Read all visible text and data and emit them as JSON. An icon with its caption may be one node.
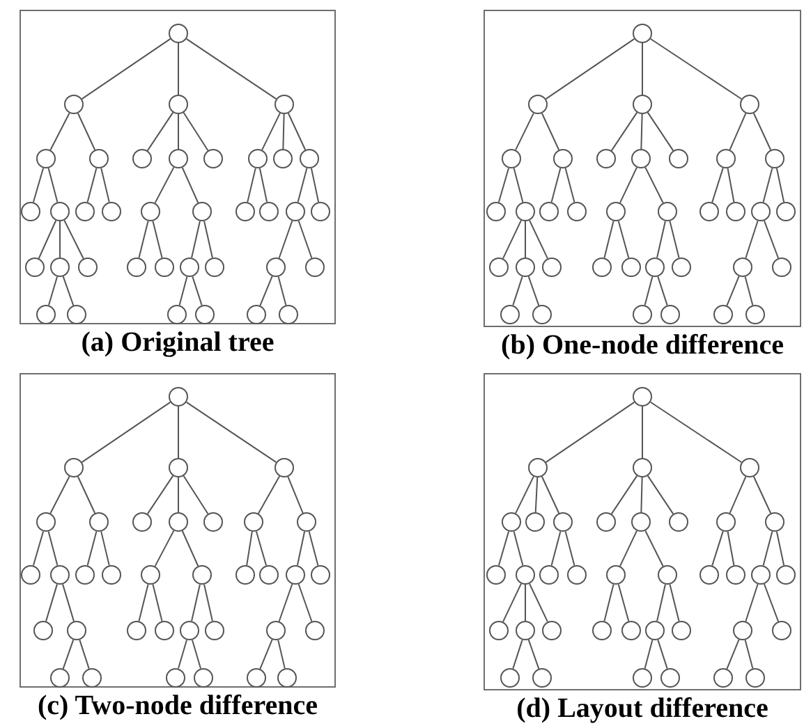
{
  "diagram": {
    "nodes": [
      {
        "text": [
          "(a) Original tree"
        ]
      },
      {
        "text": [],
        "shape": "circle",
        "in": 0
      },
      {
        "text": [],
        "shape": "circle",
        "in": 0
      },
      {
        "text": [],
        "shape": "circle",
        "in": 0
      },
      {
        "text": [],
        "shape": "circle",
        "in": 0
      },
      {
        "text": [],
        "shape": "circle",
        "in": 0
      },
      {
        "text": [],
        "shape": "circle",
        "in": 0
      },
      {
        "text": [],
        "shape": "circle",
        "in": 0
      },
      {
        "text": [],
        "shape": "circle",
        "in": 0
      },
      {
        "text": [],
        "shape": "circle",
        "in": 0
      },
      {
        "text": [],
        "shape": "circle",
        "in": 0
      },
      {
        "text": [],
        "shape": "circle",
        "in": 0
      },
      {
        "text": [],
        "shape": "circle",
        "in": 0
      },
      {
        "text": [],
        "shape": "circle",
        "in": 0
      },
      {
        "text": [],
        "shape": "circle",
        "in": 0
      },
      {
        "text": [],
        "shape": "circle",
        "in": 0
      },
      {
        "text": [],
        "shape": "circle",
        "in": 0
      },
      {
        "text": [],
        "shape": "circle",
        "in": 0
      },
      {
        "text": [],
        "shape": "circle",
        "in": 0
      },
      {
        "text": [],
        "shape": "circle",
        "in": 0
      },
      {
        "text": [],
        "shape": "circle",
        "in": 0
      },
      {
        "text": [],
        "shape": "circle",
        "in": 0
      },
      {
        "text": [],
        "shape": "circle",
        "in": 0
      },
      {
        "text": [],
        "shape": "circle",
        "in": 0
      },
      {
        "text": [],
        "shape": "circle",
        "in": 0
      },
      {
        "text": [],
        "shape": "circle",
        "in": 0
      },
      {
        "text": [],
        "shape": "circle",
        "in": 0
      },
      {
        "text": [],
        "shape": "circle",
        "in": 0
      },
      {
        "text": [],
        "shape": "circle",
        "in": 0
      },
      {
        "text": [],
        "shape": "circle",
        "in": 0
      },
      {
        "text": [],
        "shape": "circle",
        "in": 0
      },
      {
        "text": [],
        "shape": "circle",
        "in": 0
      },
      {
        "text": [],
        "shape": "circle",
        "in": 0
      },
      {
        "text": [],
        "shape": "circle",
        "in": 0
      },
      {
        "text": [],
        "shape": "circle",
        "in": 0
      },
      {
        "text": [],
        "shape": "circle",
        "in": 0
      },
      {
        "text": [],
        "shape": "circle",
        "in": 0
      },
      {
        "text": [],
        "shape": "circle",
        "in": 0
      },
      {
        "text": [
          "(b) One-node difference"
        ]
      },
      {
        "text": [],
        "shape": "circle",
        "in": 38
      },
      {
        "text": [],
        "shape": "circle",
        "in": 38
      },
      {
        "text": [],
        "shape": "circle",
        "in": 38
      },
      {
        "text": [],
        "shape": "circle",
        "in": 38
      },
      {
        "text": [],
        "shape": "circle",
        "in": 38
      },
      {
        "text": [],
        "shape": "circle",
        "in": 38
      },
      {
        "text": [],
        "shape": "circle",
        "in": 38
      },
      {
        "text": [],
        "shape": "circle",
        "in": 38
      },
      {
        "text": [],
        "shape": "circle",
        "in": 38
      },
      {
        "text": [],
        "shape": "circle",
        "in": 38
      },
      {
        "text": [],
        "shape": "circle",
        "in": 38
      },
      {
        "text": [],
        "shape": "circle",
        "in": 38
      },
      {
        "text": [],
        "shape": "circle",
        "in": 38
      },
      {
        "text": [],
        "shape": "circle",
        "in": 38
      },
      {
        "text": [],
        "shape": "circle",
        "in": 38
      },
      {
        "text": [],
        "shape": "circle",
        "in": 38
      },
      {
        "text": [],
        "shape": "circle",
        "in": 38
      },
      {
        "text": [],
        "shape": "circle",
        "in": 38
      },
      {
        "text": [],
        "shape": "circle",
        "in": 38
      },
      {
        "text": [],
        "shape": "circle",
        "in": 38
      },
      {
        "text": [],
        "shape": "circle",
        "in": 38
      },
      {
        "text": [],
        "shape": "circle",
        "in": 38
      },
      {
        "text": [],
        "shape": "circle",
        "in": 38
      },
      {
        "text": [],
        "shape": "circle",
        "in": 38
      },
      {
        "text": [],
        "shape": "circle",
        "in": 38
      },
      {
        "text": [],
        "shape": "circle",
        "in": 38
      },
      {
        "text": [],
        "shape": "circle",
        "in": 38
      },
      {
        "text": [],
        "shape": "circle",
        "in": 38
      },
      {
        "text": [],
        "shape": "circle",
        "in": 38
      },
      {
        "text": [],
        "shape": "circle",
        "in": 38
      },
      {
        "text": [],
        "shape": "circle",
        "in": 38
      },
      {
        "text": [],
        "shape": "circle",
        "in": 38
      },
      {
        "text": [],
        "shape": "circle",
        "in": 38
      },
      {
        "text": [],
        "shape": "circle",
        "in": 38
      },
      {
        "text": [],
        "shape": "circle",
        "in": 38
      },
      {
        "text": [],
        "shape": "circle",
        "in": 38
      },
      {
        "text": [
          "(c) Two-node difference"
        ]
      },
      {
        "text": [],
        "shape": "circle",
        "in": 75
      },
      {
        "text": [],
        "shape": "circle",
        "in": 75
      },
      {
        "text": [],
        "shape": "circle",
        "in": 75
      },
      {
        "text": [],
        "shape": "circle",
        "in": 75
      },
      {
        "text": [],
        "shape": "circle",
        "in": 75
      },
      {
        "text": [],
        "shape": "circle",
        "in": 75
      },
      {
        "text": [],
        "shape": "circle",
        "in": 75
      },
      {
        "text": [],
        "shape": "circle",
        "in": 75
      },
      {
        "text": [],
        "shape": "circle",
        "in": 75
      },
      {
        "text": [],
        "shape": "circle",
        "in": 75
      },
      {
        "text": [],
        "shape": "circle",
        "in": 75
      },
      {
        "text": [],
        "shape": "circle",
        "in": 75
      },
      {
        "text": [],
        "shape": "circle",
        "in": 75
      },
      {
        "text": [],
        "shape": "circle",
        "in": 75
      },
      {
        "text": [],
        "shape": "circle",
        "in": 75
      },
      {
        "text": [],
        "shape": "circle",
        "in": 75
      },
      {
        "text": [],
        "shape": "circle",
        "in": 75
      },
      {
        "text": [],
        "shape": "circle",
        "in": 75
      },
      {
        "text": [],
        "shape": "circle",
        "in": 75
      },
      {
        "text": [],
        "shape": "circle",
        "in": 75
      },
      {
        "text": [],
        "shape": "circle",
        "in": 75
      },
      {
        "text": [],
        "shape": "circle",
        "in": 75
      },
      {
        "text": [],
        "shape": "circle",
        "in": 75
      },
      {
        "text": [],
        "shape": "circle",
        "in": 75
      },
      {
        "text": [],
        "shape": "circle",
        "in": 75
      },
      {
        "text": [],
        "shape": "circle",
        "in": 75
      },
      {
        "text": [],
        "shape": "circle",
        "in": 75
      },
      {
        "text": [],
        "shape": "circle",
        "in": 75
      },
      {
        "text": [],
        "shape": "circle",
        "in": 75
      },
      {
        "text": [],
        "shape": "circle",
        "in": 75
      },
      {
        "text": [],
        "shape": "circle",
        "in": 75
      },
      {
        "text": [],
        "shape": "circle",
        "in": 75
      },
      {
        "text": [],
        "shape": "circle",
        "in": 75
      },
      {
        "text": [],
        "shape": "circle",
        "in": 75
      },
      {
        "text": [],
        "shape": "circle",
        "in": 75
      },
      {
        "text": [
          "(d) Layout difference"
        ]
      },
      {
        "text": [],
        "shape": "circle",
        "in": 111
      },
      {
        "text": [],
        "shape": "circle",
        "in": 111
      },
      {
        "text": [],
        "shape": "circle",
        "in": 111
      },
      {
        "text": [],
        "shape": "circle",
        "in": 111
      },
      {
        "text": [],
        "shape": "circle",
        "in": 111
      },
      {
        "text": [],
        "shape": "circle",
        "in": 111
      },
      {
        "text": [],
        "shape": "circle",
        "in": 111
      },
      {
        "text": [],
        "shape": "circle",
        "in": 111
      },
      {
        "text": [],
        "shape": "circle",
        "in": 111
      },
      {
        "text": [],
        "shape": "circle",
        "in": 111
      },
      {
        "text": [],
        "shape": "circle",
        "in": 111
      },
      {
        "text": [],
        "shape": "circle",
        "in": 111
      },
      {
        "text": [],
        "shape": "circle",
        "in": 111
      },
      {
        "text": [],
        "shape": "circle",
        "in": 111
      },
      {
        "text": [],
        "shape": "circle",
        "in": 111
      },
      {
        "text": [],
        "shape": "circle",
        "in": 111
      },
      {
        "text": [],
        "shape": "circle",
        "in": 111
      },
      {
        "text": [],
        "shape": "circle",
        "in": 111
      },
      {
        "text": [],
        "shape": "circle",
        "in": 111
      },
      {
        "text": [],
        "shape": "circle",
        "in": 111
      },
      {
        "text": [],
        "shape": "circle",
        "in": 111
      },
      {
        "text": [],
        "shape": "circle",
        "in": 111
      },
      {
        "text": [],
        "shape": "circle",
        "in": 111
      },
      {
        "text": [],
        "shape": "circle",
        "in": 111
      },
      {
        "text": [],
        "shape": "circle",
        "in": 111
      },
      {
        "text": [],
        "shape": "circle",
        "in": 111
      },
      {
        "text": [],
        "shape": "circle",
        "in": 111
      },
      {
        "text": [],
        "shape": "circle",
        "in": 111
      },
      {
        "text": [],
        "shape": "circle",
        "in": 111
      },
      {
        "text": [],
        "shape": "circle",
        "in": 111
      },
      {
        "text": [],
        "shape": "circle",
        "in": 111
      },
      {
        "text": [],
        "shape": "circle",
        "in": 111
      },
      {
        "text": [],
        "shape": "circle",
        "in": 111
      },
      {
        "text": [],
        "shape": "circle",
        "in": 111
      },
      {
        "text": [],
        "shape": "circle",
        "in": 111
      },
      {
        "text": [],
        "shape": "circle",
        "in": 111
      },
      {
        "text": [],
        "shape": "circle",
        "in": 111
      }
    ],
    "edges": [
      {
        "from": 1,
        "to": 2,
        "arrow": "none"
      },
      {
        "from": 1,
        "to": 3,
        "arrow": "none"
      },
      {
        "from": 1,
        "to": 4,
        "arrow": "none"
      },
      {
        "from": 2,
        "to": 5,
        "arrow": "none"
      },
      {
        "from": 2,
        "to": 6,
        "arrow": "none"
      },
      {
        "from": 3,
        "to": 7,
        "arrow": "none"
      },
      {
        "from": 3,
        "to": 8,
        "arrow": "none"
      },
      {
        "from": 3,
        "to": 9,
        "arrow": "none"
      },
      {
        "from": 4,
        "to": 10,
        "arrow": "none"
      },
      {
        "from": 4,
        "to": 11,
        "arrow": "none"
      },
      {
        "from": 4,
        "to": 12,
        "arrow": "none"
      },
      {
        "from": 5,
        "to": 13,
        "arrow": "none"
      },
      {
        "from": 5,
        "to": 14,
        "arrow": "none"
      },
      {
        "from": 6,
        "to": 15,
        "arrow": "none"
      },
      {
        "from": 6,
        "to": 16,
        "arrow": "none"
      },
      {
        "from": 8,
        "to": 17,
        "arrow": "none"
      },
      {
        "from": 8,
        "to": 18,
        "arrow": "none"
      },
      {
        "from": 10,
        "to": 19,
        "arrow": "none"
      },
      {
        "from": 10,
        "to": 20,
        "arrow": "none"
      },
      {
        "from": 12,
        "to": 21,
        "arrow": "none"
      },
      {
        "from": 12,
        "to": 22,
        "arrow": "none"
      },
      {
        "from": 14,
        "to": 23,
        "arrow": "none"
      },
      {
        "from": 14,
        "to": 24,
        "arrow": "none"
      },
      {
        "from": 14,
        "to": 25,
        "arrow": "none"
      },
      {
        "from": 17,
        "to": 26,
        "arrow": "none"
      },
      {
        "from": 17,
        "to": 27,
        "arrow": "none"
      },
      {
        "from": 18,
        "to": 28,
        "arrow": "none"
      },
      {
        "from": 18,
        "to": 29,
        "arrow": "none"
      },
      {
        "from": 21,
        "to": 30,
        "arrow": "none"
      },
      {
        "from": 21,
        "to": 31,
        "arrow": "none"
      },
      {
        "from": 24,
        "to": 32,
        "arrow": "none"
      },
      {
        "from": 24,
        "to": 33,
        "arrow": "none"
      },
      {
        "from": 28,
        "to": 34,
        "arrow": "none"
      },
      {
        "from": 28,
        "to": 35,
        "arrow": "none"
      },
      {
        "from": 30,
        "to": 36,
        "arrow": "none"
      },
      {
        "from": 30,
        "to": 37,
        "arrow": "none"
      },
      {
        "from": 39,
        "to": 40,
        "arrow": "none"
      },
      {
        "from": 39,
        "to": 41,
        "arrow": "none"
      },
      {
        "from": 39,
        "to": 42,
        "arrow": "none"
      },
      {
        "from": 40,
        "to": 43,
        "arrow": "none"
      },
      {
        "from": 40,
        "to": 44,
        "arrow": "none"
      },
      {
        "from": 41,
        "to": 45,
        "arrow": "none"
      },
      {
        "from": 41,
        "to": 46,
        "arrow": "none"
      },
      {
        "from": 41,
        "to": 47,
        "arrow": "none"
      },
      {
        "from": 42,
        "to": 48,
        "arrow": "none"
      },
      {
        "from": 42,
        "to": 49,
        "arrow": "none"
      },
      {
        "from": 43,
        "to": 50,
        "arrow": "none"
      },
      {
        "from": 43,
        "to": 51,
        "arrow": "none"
      },
      {
        "from": 44,
        "to": 52,
        "arrow": "none"
      },
      {
        "from": 44,
        "to": 53,
        "arrow": "none"
      },
      {
        "from": 46,
        "to": 54,
        "arrow": "none"
      },
      {
        "from": 46,
        "to": 55,
        "arrow": "none"
      },
      {
        "from": 48,
        "to": 56,
        "arrow": "none"
      },
      {
        "from": 48,
        "to": 57,
        "arrow": "none"
      },
      {
        "from": 49,
        "to": 58,
        "arrow": "none"
      },
      {
        "from": 49,
        "to": 59,
        "arrow": "none"
      },
      {
        "from": 51,
        "to": 60,
        "arrow": "none"
      },
      {
        "from": 51,
        "to": 61,
        "arrow": "none"
      },
      {
        "from": 51,
        "to": 62,
        "arrow": "none"
      },
      {
        "from": 54,
        "to": 63,
        "arrow": "none"
      },
      {
        "from": 54,
        "to": 64,
        "arrow": "none"
      },
      {
        "from": 55,
        "to": 65,
        "arrow": "none"
      },
      {
        "from": 55,
        "to": 66,
        "arrow": "none"
      },
      {
        "from": 58,
        "to": 67,
        "arrow": "none"
      },
      {
        "from": 58,
        "to": 68,
        "arrow": "none"
      },
      {
        "from": 61,
        "to": 69,
        "arrow": "none"
      },
      {
        "from": 61,
        "to": 70,
        "arrow": "none"
      },
      {
        "from": 65,
        "to": 71,
        "arrow": "none"
      },
      {
        "from": 65,
        "to": 72,
        "arrow": "none"
      },
      {
        "from": 67,
        "to": 73,
        "arrow": "none"
      },
      {
        "from": 67,
        "to": 74,
        "arrow": "none"
      },
      {
        "from": 76,
        "to": 77,
        "arrow": "none"
      },
      {
        "from": 76,
        "to": 78,
        "arrow": "none"
      },
      {
        "from": 76,
        "to": 79,
        "arrow": "none"
      },
      {
        "from": 77,
        "to": 80,
        "arrow": "none"
      },
      {
        "from": 77,
        "to": 81,
        "arrow": "none"
      },
      {
        "from": 78,
        "to": 82,
        "arrow": "none"
      },
      {
        "from": 78,
        "to": 83,
        "arrow": "none"
      },
      {
        "from": 78,
        "to": 84,
        "arrow": "none"
      },
      {
        "from": 79,
        "to": 85,
        "arrow": "none"
      },
      {
        "from": 79,
        "to": 86,
        "arrow": "none"
      },
      {
        "from": 80,
        "to": 87,
        "arrow": "none"
      },
      {
        "from": 80,
        "to": 88,
        "arrow": "none"
      },
      {
        "from": 81,
        "to": 89,
        "arrow": "none"
      },
      {
        "from": 81,
        "to": 90,
        "arrow": "none"
      },
      {
        "from": 83,
        "to": 91,
        "arrow": "none"
      },
      {
        "from": 83,
        "to": 92,
        "arrow": "none"
      },
      {
        "from": 85,
        "to": 93,
        "arrow": "none"
      },
      {
        "from": 85,
        "to": 94,
        "arrow": "none"
      },
      {
        "from": 86,
        "to": 95,
        "arrow": "none"
      },
      {
        "from": 86,
        "to": 96,
        "arrow": "none"
      },
      {
        "from": 88,
        "to": 97,
        "arrow": "none"
      },
      {
        "from": 88,
        "to": 98,
        "arrow": "none"
      },
      {
        "from": 91,
        "to": 99,
        "arrow": "none"
      },
      {
        "from": 91,
        "to": 100,
        "arrow": "none"
      },
      {
        "from": 92,
        "to": 101,
        "arrow": "none"
      },
      {
        "from": 92,
        "to": 102,
        "arrow": "none"
      },
      {
        "from": 95,
        "to": 103,
        "arrow": "none"
      },
      {
        "from": 95,
        "to": 104,
        "arrow": "none"
      },
      {
        "from": 98,
        "to": 105,
        "arrow": "none"
      },
      {
        "from": 98,
        "to": 106,
        "arrow": "none"
      },
      {
        "from": 101,
        "to": 107,
        "arrow": "none"
      },
      {
        "from": 101,
        "to": 108,
        "arrow": "none"
      },
      {
        "from": 103,
        "to": 109,
        "arrow": "none"
      },
      {
        "from": 103,
        "to": 110,
        "arrow": "none"
      },
      {
        "from": 112,
        "to": 113,
        "arrow": "none"
      },
      {
        "from": 112,
        "to": 114,
        "arrow": "none"
      },
      {
        "from": 112,
        "to": 115,
        "arrow": "none"
      },
      {
        "from": 113,
        "to": 116,
        "arrow": "none"
      },
      {
        "from": 113,
        "to": 117,
        "arrow": "none"
      },
      {
        "from": 113,
        "to": 118,
        "arrow": "none"
      },
      {
        "from": 114,
        "to": 119,
        "arrow": "none"
      },
      {
        "from": 114,
        "to": 120,
        "arrow": "none"
      },
      {
        "from": 114,
        "to": 121,
        "arrow": "none"
      },
      {
        "from": 115,
        "to": 122,
        "arrow": "none"
      },
      {
        "from": 115,
        "to": 123,
        "arrow": "none"
      },
      {
        "from": 116,
        "to": 124,
        "arrow": "none"
      },
      {
        "from": 116,
        "to": 125,
        "arrow": "none"
      },
      {
        "from": 118,
        "to": 126,
        "arrow": "none"
      },
      {
        "from": 118,
        "to": 127,
        "arrow": "none"
      },
      {
        "from": 120,
        "to": 128,
        "arrow": "none"
      },
      {
        "from": 120,
        "to": 129,
        "arrow": "none"
      },
      {
        "from": 122,
        "to": 130,
        "arrow": "none"
      },
      {
        "from": 122,
        "to": 131,
        "arrow": "none"
      },
      {
        "from": 123,
        "to": 132,
        "arrow": "none"
      },
      {
        "from": 123,
        "to": 133,
        "arrow": "none"
      },
      {
        "from": 125,
        "to": 134,
        "arrow": "none"
      },
      {
        "from": 125,
        "to": 135,
        "arrow": "none"
      },
      {
        "from": 125,
        "to": 136,
        "arrow": "none"
      },
      {
        "from": 128,
        "to": 137,
        "arrow": "none"
      },
      {
        "from": 128,
        "to": 138,
        "arrow": "none"
      },
      {
        "from": 129,
        "to": 139,
        "arrow": "none"
      },
      {
        "from": 129,
        "to": 140,
        "arrow": "none"
      },
      {
        "from": 132,
        "to": 141,
        "arrow": "none"
      },
      {
        "from": 132,
        "to": 142,
        "arrow": "none"
      },
      {
        "from": 135,
        "to": 143,
        "arrow": "none"
      },
      {
        "from": 135,
        "to": 144,
        "arrow": "none"
      },
      {
        "from": 139,
        "to": 145,
        "arrow": "none"
      },
      {
        "from": 139,
        "to": 146,
        "arrow": "none"
      },
      {
        "from": 141,
        "to": 147,
        "arrow": "none"
      },
      {
        "from": 141,
        "to": 148,
        "arrow": "none"
      }
    ]
  }
}
